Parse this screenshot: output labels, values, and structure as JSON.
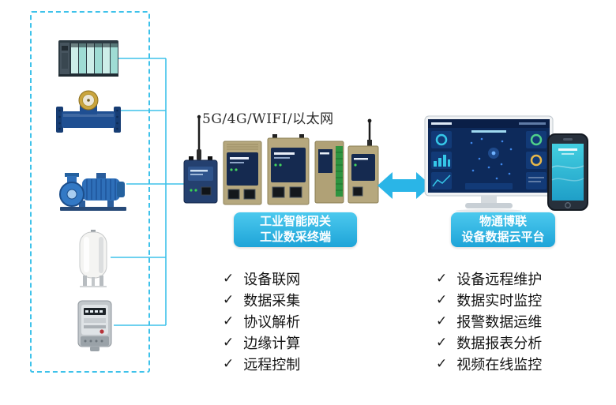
{
  "colors": {
    "accent": "#2ab5e7",
    "dashed_border": "#3ec2ea",
    "pill_top": "#4cc9ee",
    "pill_bottom": "#1ea4d8",
    "text": "#141414"
  },
  "network_label": "5G/4G/WIFI/以太网",
  "check": "✓",
  "gateway": {
    "label": [
      "工业智能网关",
      "工业数采终端"
    ],
    "features": [
      "设备联网",
      "数据采集",
      "协议解析",
      "边缘计算",
      "远程控制"
    ]
  },
  "platform": {
    "label": [
      "物通博联",
      "设备数据云平台"
    ],
    "features": [
      "设备远程维护",
      "数据实时监控",
      "报警数据运维",
      "数据报表分析",
      "视频在线监控"
    ]
  }
}
